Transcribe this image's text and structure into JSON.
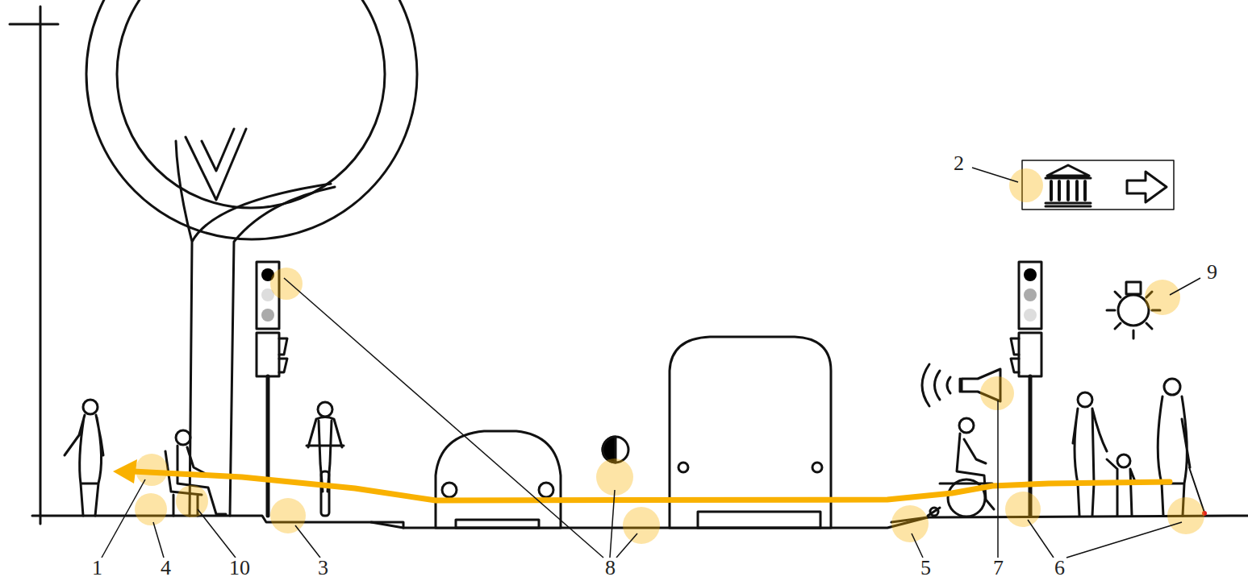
{
  "diagram": {
    "labels": [
      "2",
      "9",
      "1",
      "4",
      "10",
      "3",
      "8",
      "5",
      "7",
      "6"
    ]
  }
}
